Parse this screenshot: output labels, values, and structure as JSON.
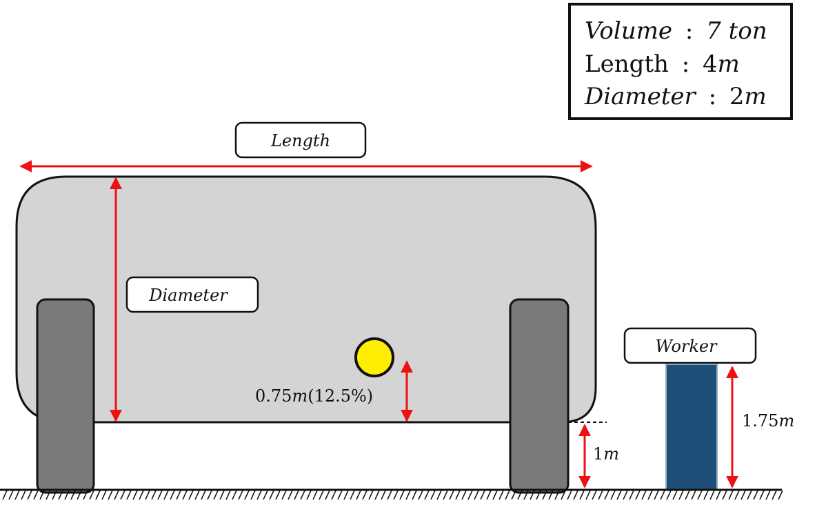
{
  "info_box": {
    "volume_label": "Volume",
    "volume_value": "7 ton",
    "length_label": "Length",
    "length_value": "4",
    "length_unit": "m",
    "diameter_label": "Diameter",
    "diameter_value": "2",
    "diameter_unit": "m",
    "separator": ":"
  },
  "labels": {
    "length": "Length",
    "diameter": "Diameter",
    "worker": "Worker",
    "leak_height_num": "0.75",
    "leak_height_unit": "m",
    "leak_height_pct": "(12.5%)",
    "ground_clearance_num": "1",
    "ground_clearance_unit": "m",
    "worker_height_num": "1.75",
    "worker_height_unit": "m"
  },
  "colors": {
    "tank_fill": "#d4d4d4",
    "wheel_fill": "#7a7a7a",
    "worker_fill": "#1f4e79",
    "arrow": "#ee1111",
    "leak_point": "#ffee00",
    "outline": "#111111"
  }
}
